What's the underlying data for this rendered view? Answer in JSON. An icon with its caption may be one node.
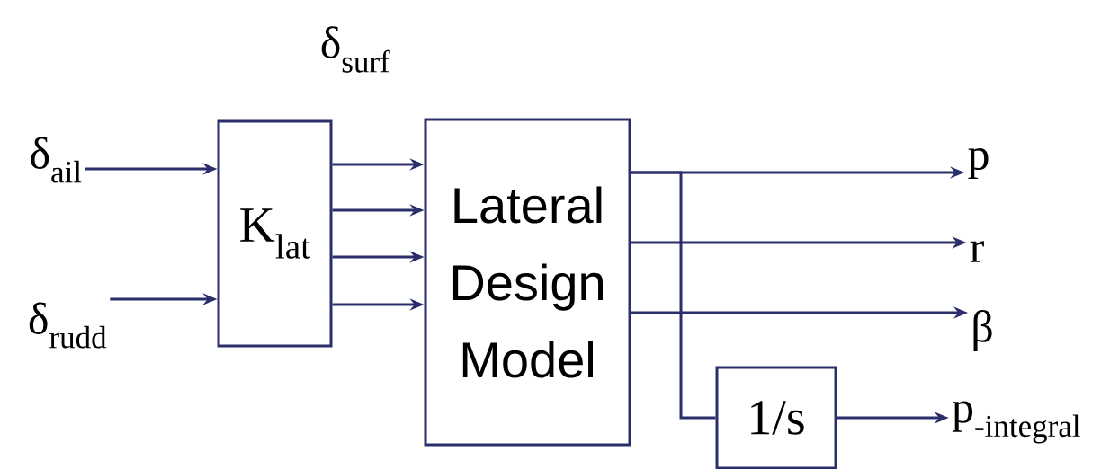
{
  "diagram": {
    "nodes": [
      {
        "text": [
          "δ$_{ail}$"
        ]
      },
      {
        "text": [
          "δ$_{rudd}$"
        ]
      },
      {
        "text": [
          "K$_{lat}$"
        ]
      },
      {
        "text": [
          "Lateral Design Model"
        ]
      },
      {
        "text": [
          "1/s"
        ]
      },
      {
        "text": [
          "p"
        ]
      },
      {
        "text": [
          "r"
        ]
      },
      {
        "text": [
          "β"
        ]
      },
      {
        "text": [
          "p$_{-integral}$"
        ]
      }
    ],
    "edges": [
      {
        "from": 0,
        "to": 2,
        "arrow": "to"
      },
      {
        "from": 1,
        "to": 2,
        "arrow": "to"
      },
      {
        "from": 2,
        "to": 3,
        "arrow": "to"
      },
      {
        "from": 2,
        "to": 3,
        "arrow": "to"
      },
      {
        "from": 2,
        "to": 3,
        "arrow": "to"
      },
      {
        "from": 2,
        "to": 3,
        "arrow": "to"
      },
      {
        "from": 3,
        "to": 5,
        "arrow": "to"
      },
      {
        "from": 3,
        "to": 6,
        "arrow": "to"
      },
      {
        "from": 3,
        "to": 7,
        "arrow": "to"
      },
      {
        "from": 3,
        "to": 4,
        "arrow": "none"
      },
      {
        "from": 4,
        "to": 8,
        "arrow": "to"
      }
    ],
    "labels": [
      "δ$_{surf}$"
    ]
  }
}
